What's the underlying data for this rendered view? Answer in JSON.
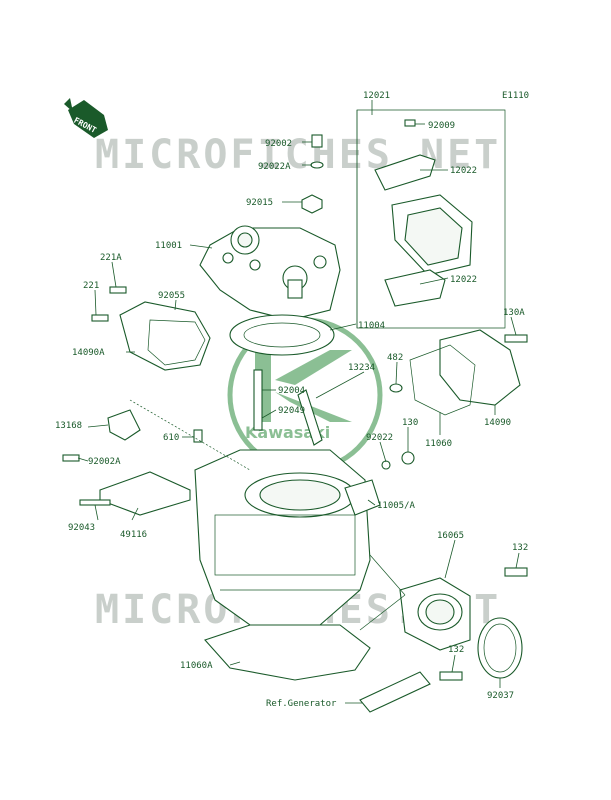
{
  "diagram_code": "E1110",
  "front_label": "FRONT",
  "watermark": "MICROFICHES.NET",
  "logo_text": "Kawasaki",
  "colors": {
    "line": "#1a5a2a",
    "watermark": "#c9cfcb",
    "logo": "#2e8b3e"
  },
  "callouts": {
    "p12021": "12021",
    "p92009": "92009",
    "p12022a": "12022",
    "p12022b": "12022",
    "p92002": "92002",
    "p92022A": "92022A",
    "p92015": "92015",
    "p11001": "11001",
    "p11004": "11004",
    "p221A": "221A",
    "p221": "221",
    "p92055": "92055",
    "p14090A": "14090A",
    "p130A": "130A",
    "p482": "482",
    "p13234": "13234",
    "p92004": "92004",
    "p92049": "92049",
    "p14090": "14090",
    "p11060": "11060",
    "p130": "130",
    "p92022": "92022",
    "p13168": "13168",
    "p92002A": "92002A",
    "p610": "610",
    "p11005A": "11005/A",
    "p92043": "92043",
    "p49116": "49116",
    "p16065": "16065",
    "p132a": "132",
    "p132b": "132",
    "p11060A": "11060A",
    "p92037": "92037",
    "refGenerator": "Ref.Generator"
  }
}
